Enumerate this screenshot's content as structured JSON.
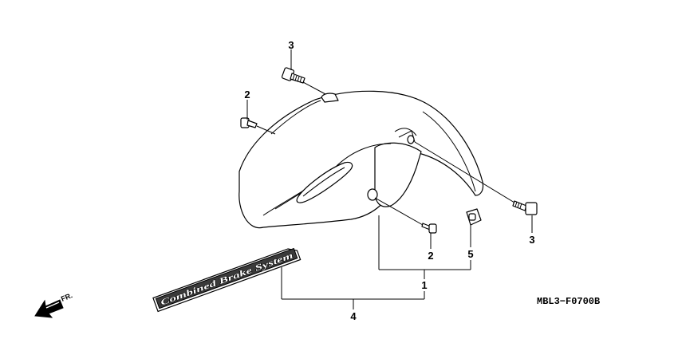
{
  "diagram": {
    "part_code": "MBL3−F0700B",
    "direction_label": "FR.",
    "decal_text": "Combined Brake System",
    "callouts": [
      {
        "id": "c3a",
        "label": "3"
      },
      {
        "id": "c2a",
        "label": "2"
      },
      {
        "id": "c3b",
        "label": "3"
      },
      {
        "id": "c2b",
        "label": "2"
      },
      {
        "id": "c5",
        "label": "5"
      },
      {
        "id": "c1",
        "label": "1"
      },
      {
        "id": "c4",
        "label": "4"
      }
    ]
  }
}
